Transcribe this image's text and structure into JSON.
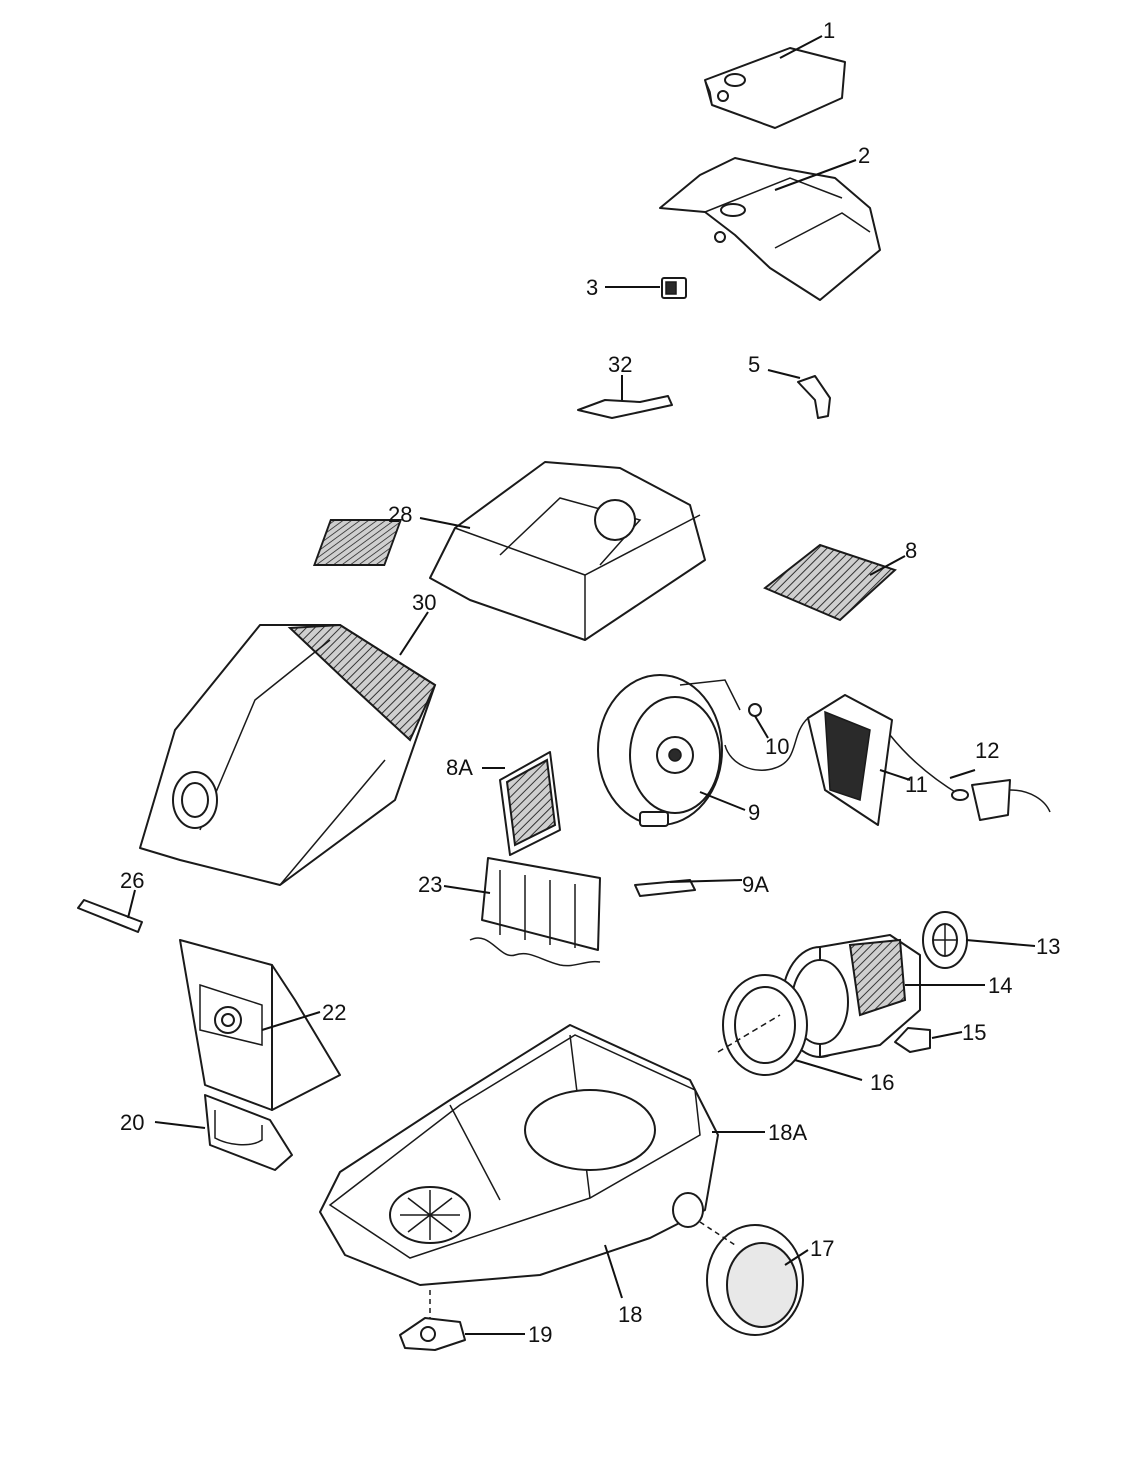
{
  "diagram": {
    "labels": {
      "p1": "1",
      "p2": "2",
      "p3": "3",
      "p5": "5",
      "p8": "8",
      "p8a": "8A",
      "p9": "9",
      "p9a": "9A",
      "p10": "10",
      "p11": "11",
      "p12": "12",
      "p13": "13",
      "p14": "14",
      "p15": "15",
      "p16": "16",
      "p17": "17",
      "p18": "18",
      "p18a": "18A",
      "p19": "19",
      "p20": "20",
      "p22": "22",
      "p23": "23",
      "p26": "26",
      "p28": "28",
      "p30": "30",
      "p32": "32"
    }
  }
}
